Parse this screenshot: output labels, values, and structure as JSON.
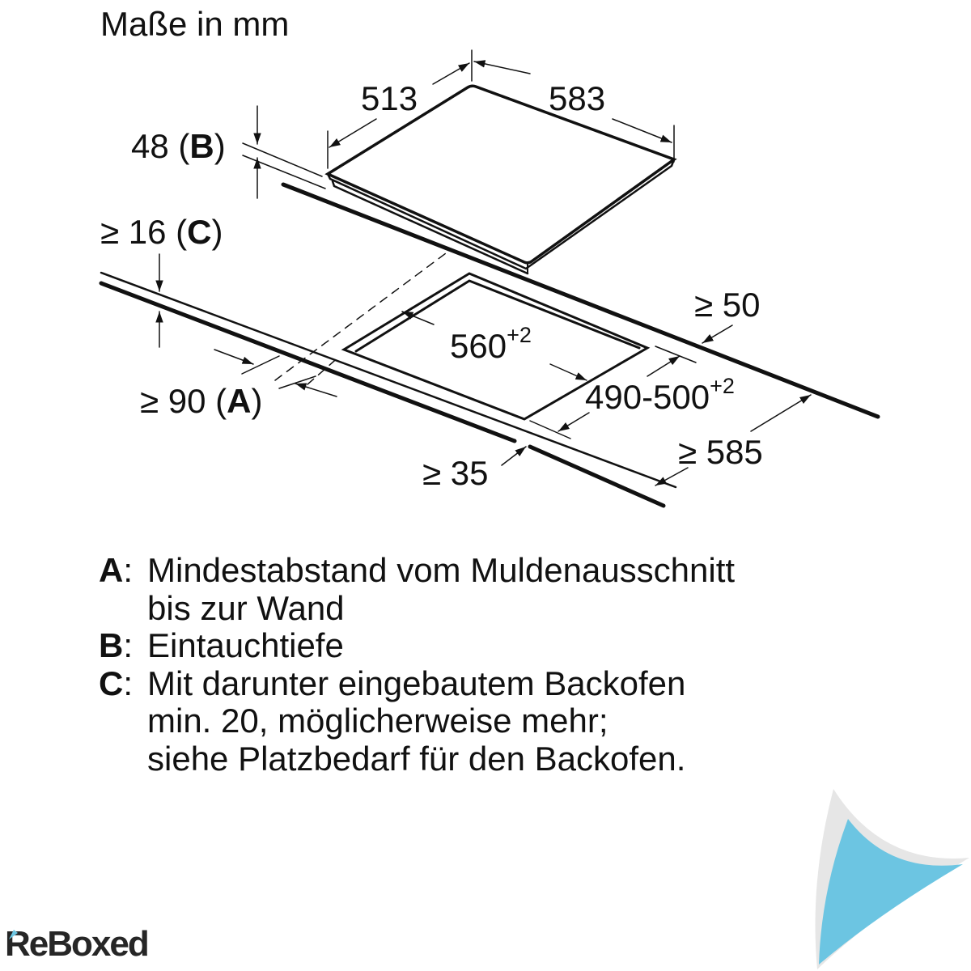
{
  "title": "Maße in mm",
  "dimensions": {
    "hob_depth": "513",
    "hob_width": "583",
    "immersion_depth": {
      "value": "48",
      "ref": "B"
    },
    "worktop_thickness": {
      "value": "≥ 16",
      "ref": "C"
    },
    "wall_distance": {
      "value": "≥ 90",
      "ref": "A"
    },
    "cutout_width": {
      "value": "560",
      "tolerance": "+2"
    },
    "cutout_depth": {
      "value": "490-500",
      "tolerance": "+2"
    },
    "rear_distance": "≥ 50",
    "worktop_depth": "≥ 585",
    "front_distance": "≥ 35"
  },
  "legend": [
    {
      "key": "A",
      "lines": [
        "Mindestabstand vom Muldenausschnitt",
        "bis zur Wand"
      ]
    },
    {
      "key": "B",
      "lines": [
        "Eintauchtiefe"
      ]
    },
    {
      "key": "C",
      "lines": [
        "Mit darunter eingebautem Backofen",
        "min. 20, möglicherweise mehr;",
        "siehe Platzbedarf für den Backofen."
      ]
    }
  ],
  "branding": {
    "logo_text": "ReBoxed",
    "accent_color": "#6cc5e2",
    "curl_shadow_color": "#e6e6e6"
  }
}
